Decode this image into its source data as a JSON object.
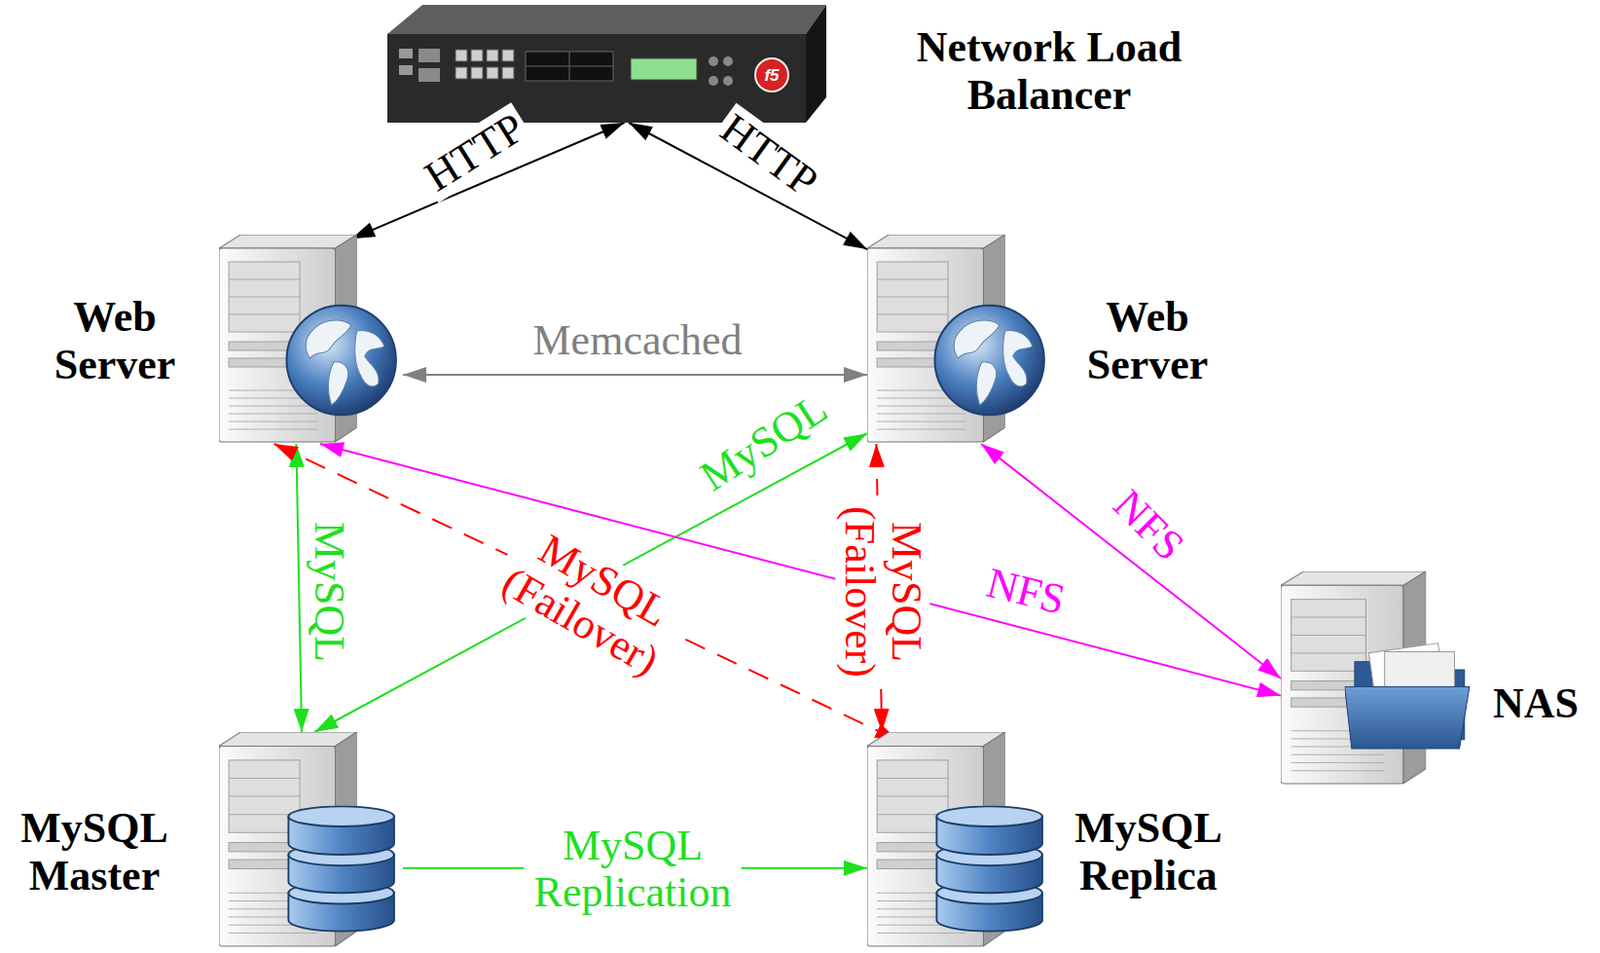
{
  "diagram": {
    "nodes": [
      {
        "text": [
          "Network Load Balancer"
        ]
      },
      {
        "text": [
          "Web Server"
        ]
      },
      {
        "text": [
          "Web Server"
        ]
      },
      {
        "text": [
          "NAS"
        ]
      },
      {
        "text": [
          "MySQL Master"
        ]
      },
      {
        "text": [
          "MySQL Replica"
        ]
      }
    ],
    "edges": [
      {
        "from": 0,
        "to": 1,
        "arrow": "both",
        "label": "HTTP"
      },
      {
        "from": 0,
        "to": 2,
        "arrow": "both",
        "label": "HTTP"
      },
      {
        "from": 1,
        "to": 2,
        "arrow": "both",
        "label": "Memcached"
      },
      {
        "from": 1,
        "to": 4,
        "arrow": "both",
        "label": "MySQL"
      },
      {
        "from": 2,
        "to": 4,
        "arrow": "both",
        "label": "MySQL"
      },
      {
        "from": 1,
        "to": 5,
        "arrow": "both",
        "label": "MySQL (Failover)"
      },
      {
        "from": 2,
        "to": 5,
        "arrow": "both",
        "label": "MySQL (Failover)"
      },
      {
        "from": 1,
        "to": 3,
        "arrow": "both",
        "label": "NFS"
      },
      {
        "from": 2,
        "to": 3,
        "arrow": "both",
        "label": "NFS"
      },
      {
        "from": 4,
        "to": 5,
        "arrow": "to",
        "label": "MySQL Replication"
      }
    ],
    "labels": [
      "f5"
    ]
  }
}
